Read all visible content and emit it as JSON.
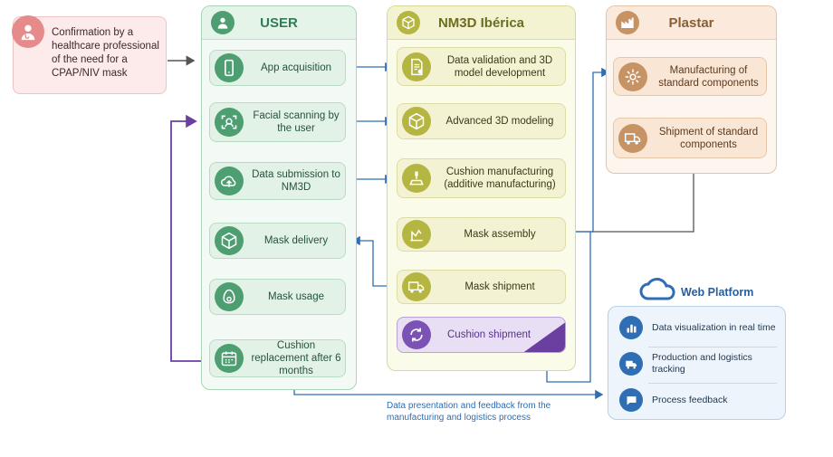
{
  "start": {
    "text": "Confirmation by a healthcare professional of the need for a CPAP/NIV mask"
  },
  "lanes": {
    "user": {
      "title": "USER"
    },
    "nm3d": {
      "title": "NM3D Ibérica"
    },
    "plastar": {
      "title": "Plastar"
    }
  },
  "user_steps": [
    {
      "label": "App acquisition",
      "icon": "smartphone-icon"
    },
    {
      "label": "Facial scanning by the user",
      "icon": "face-scan-icon"
    },
    {
      "label": "Data submission to NM3D",
      "icon": "cloud-upload-icon"
    },
    {
      "label": "Mask delivery",
      "icon": "package-icon"
    },
    {
      "label": "Mask usage",
      "icon": "mask-icon"
    },
    {
      "label": "Cushion replacement after 6 months",
      "icon": "calendar-icon"
    }
  ],
  "nm3d_steps": [
    {
      "label": "Data validation and 3D model development",
      "icon": "document-check-icon"
    },
    {
      "label": "Advanced 3D modeling",
      "icon": "cube-icon"
    },
    {
      "label": "Cushion manufacturing (additive manufacturing)",
      "icon": "printer-3d-icon"
    },
    {
      "label": "Mask assembly",
      "icon": "assembly-icon"
    },
    {
      "label": "Mask shipment",
      "icon": "truck-icon"
    }
  ],
  "cushion_shipment": {
    "label": "Cushion shipment",
    "icon": "cycle-icon"
  },
  "plastar_steps": [
    {
      "label": "Manufacturing of standard components",
      "icon": "gear-icon"
    },
    {
      "label": "Shipment of standard components",
      "icon": "truck-icon"
    }
  ],
  "web_platform": {
    "title": "Web Platform",
    "icon": "cloud-icon",
    "items": [
      {
        "label": "Data visualization in real time",
        "icon": "bar-chart-icon"
      },
      {
        "label": "Production and logistics tracking",
        "icon": "truck-icon"
      },
      {
        "label": "Process feedback",
        "icon": "chat-icon"
      }
    ]
  },
  "footer_note": "Data presentation and feedback from the manufacturing and logistics process",
  "colors": {
    "user": "#4d9e71",
    "nm3d": "#b5b642",
    "plastar": "#c69365",
    "purple": "#6a3fa0",
    "blue": "#2f6db5",
    "gray": "#555555"
  }
}
